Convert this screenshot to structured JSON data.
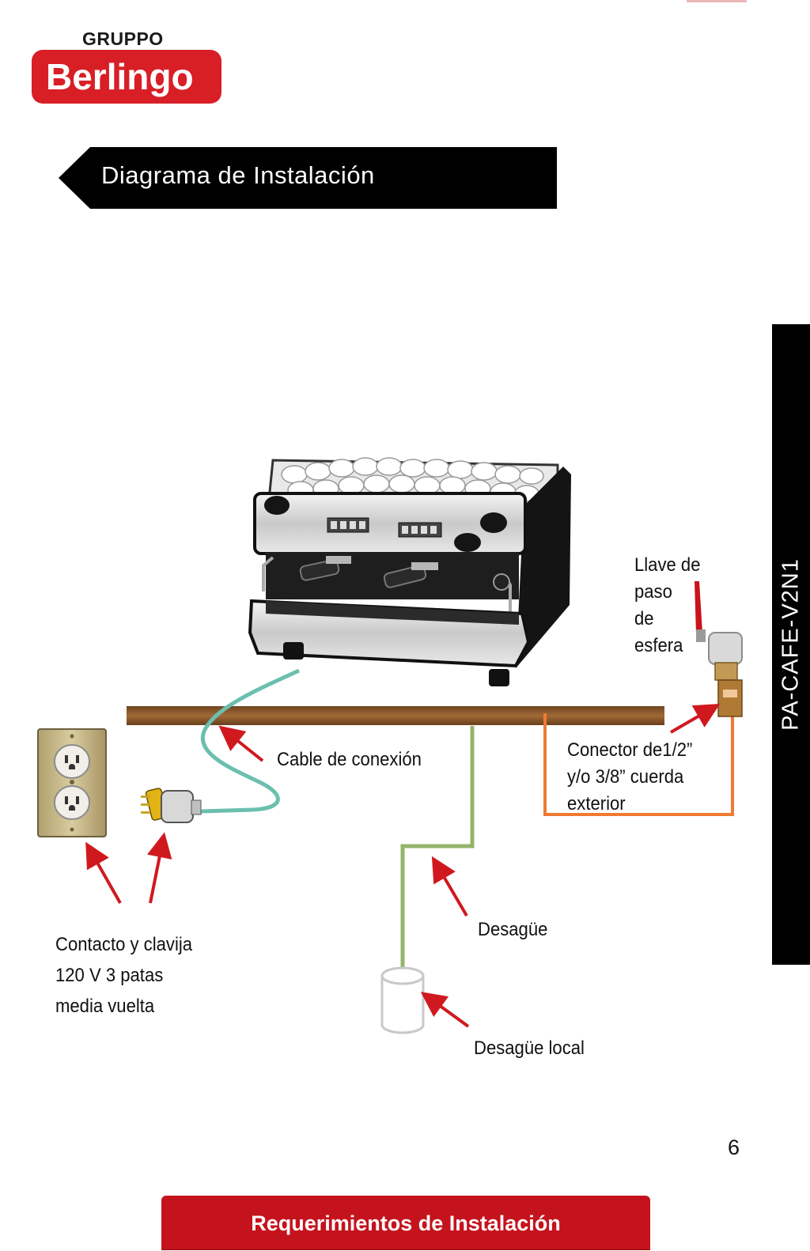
{
  "logo": {
    "group": "GRUPPO",
    "brand": "Berlingo"
  },
  "section": {
    "title": "Diagrama de Instalación"
  },
  "side_tab": {
    "model": "PA-CAFE-V2N1"
  },
  "labels": {
    "valve": [
      "Llave de",
      "paso",
      "de",
      "esfera"
    ],
    "cable": "Cable de conexión",
    "connector": [
      "Conector de1/2”",
      "y/o 3/8”  cuerda",
      "exterior"
    ],
    "outlet": [
      "Contacto y clavija",
      "120 V 3 patas",
      "media vuelta"
    ],
    "drain": "Desagüe",
    "local_drain": "Desagüe local"
  },
  "page": {
    "number": "6"
  },
  "footer": {
    "label": "Requerimientos de Instalación"
  },
  "icons": [
    "espresso-machine",
    "wall-outlet",
    "three-prong-plug",
    "ball-valve",
    "drain-bucket",
    "arrow"
  ],
  "colors": {
    "brand_red": "#d81f26",
    "cable_teal": "#6bbfae",
    "drain_green": "#93b46a",
    "water_orange": "#ef7a32",
    "arrow_red": "#d0191f",
    "counter_wood": "#8a5a2b"
  }
}
